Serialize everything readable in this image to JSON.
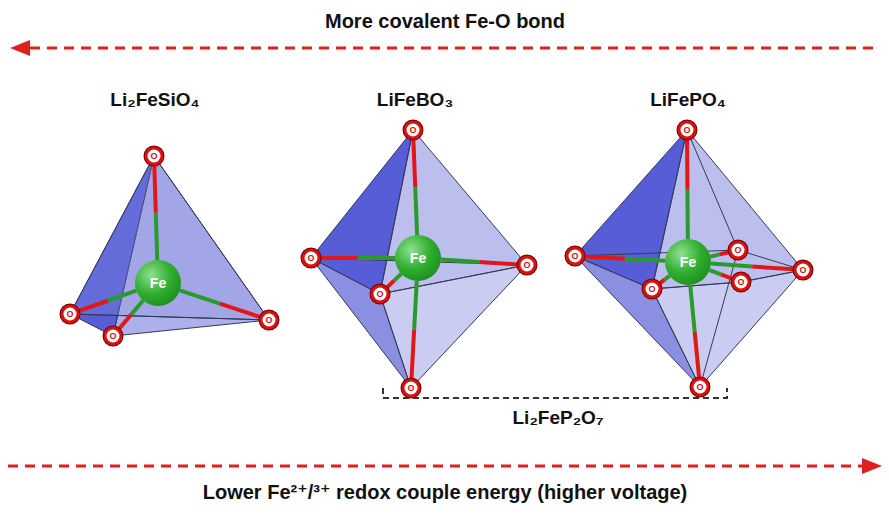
{
  "diagram": {
    "nodes": [
      {
        "text": [
          "Fe"
        ]
      },
      {
        "text": [
          "O"
        ]
      },
      {
        "text": [
          "O"
        ]
      },
      {
        "text": [
          "O"
        ]
      },
      {
        "text": [
          "O"
        ]
      },
      {
        "text": [
          "Fe"
        ]
      },
      {
        "text": [
          "O"
        ]
      },
      {
        "text": [
          "O"
        ]
      },
      {
        "text": [
          "O"
        ]
      },
      {
        "text": [
          "O"
        ]
      },
      {
        "text": [
          "O"
        ]
      },
      {
        "text": [
          "Fe"
        ]
      },
      {
        "text": [
          "O"
        ]
      },
      {
        "text": [
          "O"
        ]
      },
      {
        "text": [
          "O"
        ]
      },
      {
        "text": [
          "O"
        ]
      },
      {
        "text": [
          "O"
        ]
      },
      {
        "text": [
          "O"
        ]
      },
      {
        "text": [
          "O"
        ]
      }
    ],
    "edges": [
      {
        "from": 0,
        "to": 1,
        "arrow": "none"
      },
      {
        "from": 0,
        "to": 2,
        "arrow": "none"
      },
      {
        "from": 0,
        "to": 3,
        "arrow": "none"
      },
      {
        "from": 0,
        "to": 4,
        "arrow": "none"
      },
      {
        "from": 5,
        "to": 6,
        "arrow": "none"
      },
      {
        "from": 5,
        "to": 7,
        "arrow": "none"
      },
      {
        "from": 5,
        "to": 8,
        "arrow": "none"
      },
      {
        "from": 5,
        "to": 9,
        "arrow": "none"
      },
      {
        "from": 5,
        "to": 10,
        "arrow": "none"
      },
      {
        "from": 11,
        "to": 12,
        "arrow": "none"
      },
      {
        "from": 11,
        "to": 13,
        "arrow": "none"
      },
      {
        "from": 11,
        "to": 14,
        "arrow": "none"
      },
      {
        "from": 11,
        "to": 15,
        "arrow": "none"
      },
      {
        "from": 11,
        "to": 16,
        "arrow": "none"
      },
      {
        "from": 11,
        "to": 17,
        "arrow": "none"
      },
      {
        "from": 11,
        "to": 18,
        "arrow": "none"
      }
    ],
    "labels": [
      "More covalent Fe-O bond",
      "Li₂FeSiO₄",
      "LiFeBO₃",
      "LiFePO₄",
      "Li₂FeP₂O₇",
      "Lower Fe²⁺/³⁺ redox couple energy (higher voltage)"
    ]
  }
}
